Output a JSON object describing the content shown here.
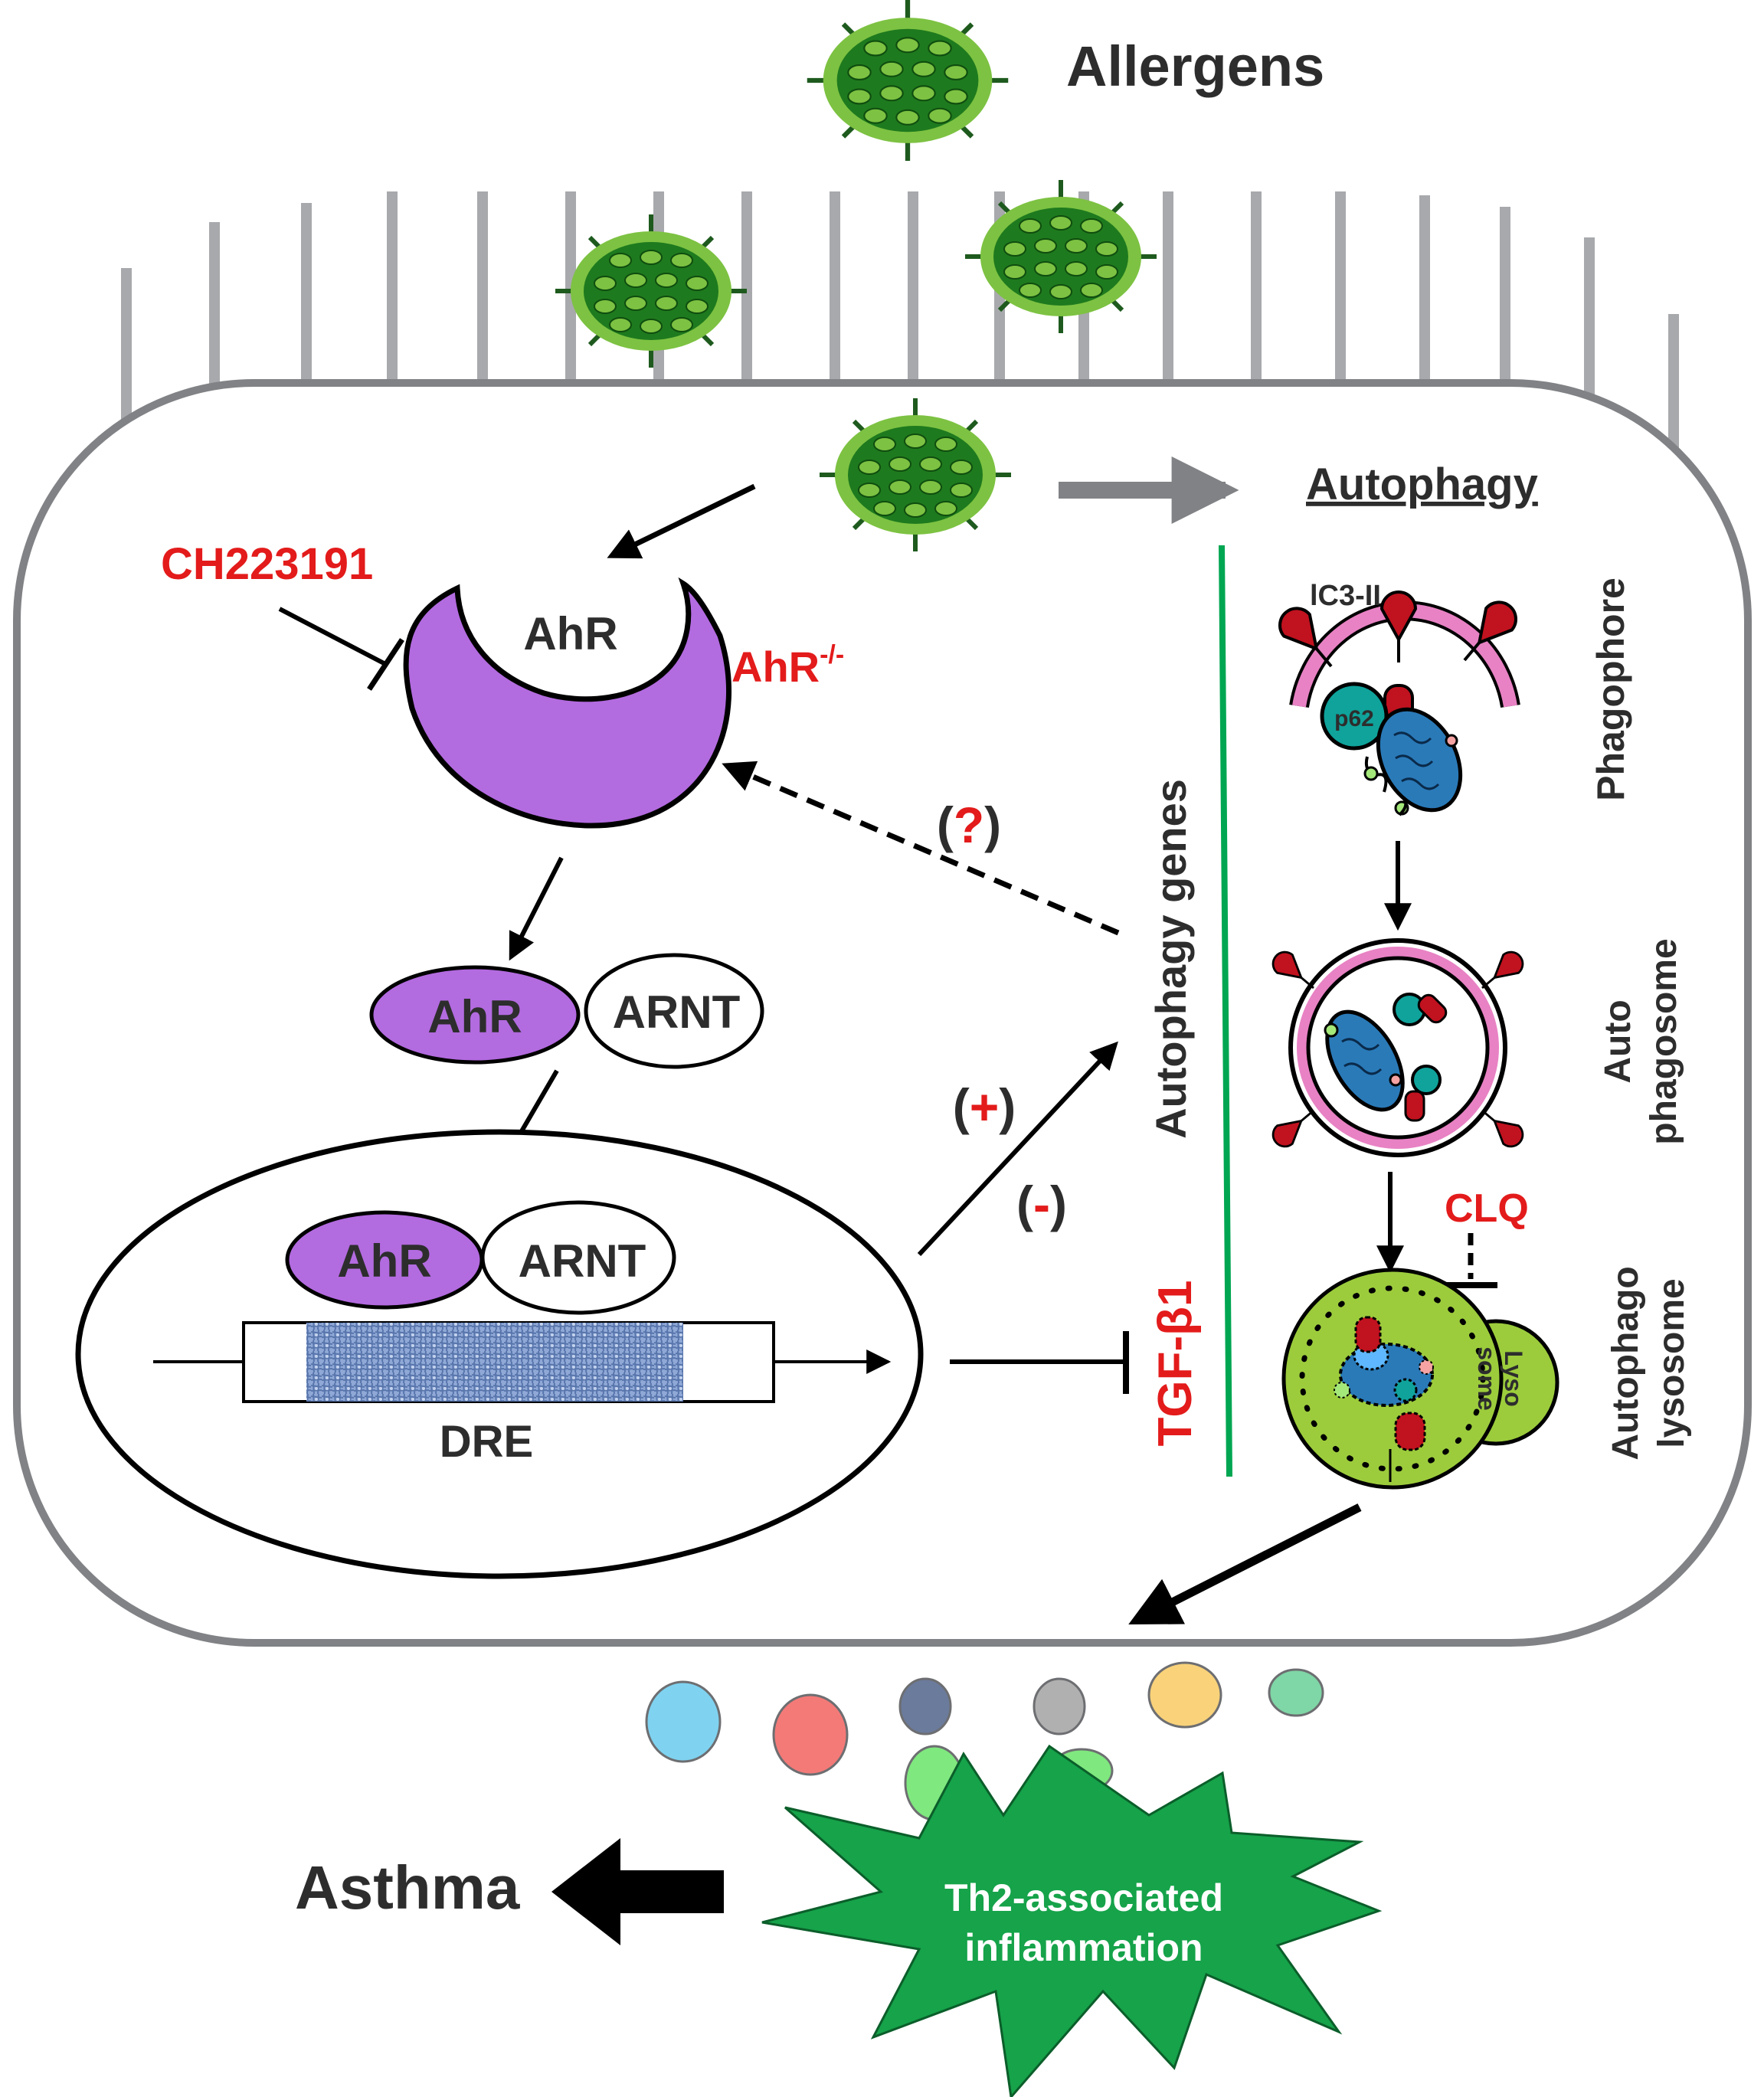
{
  "labels": {
    "allergens": "Allergens",
    "autophagy": "Autophagy",
    "ch223191": "CH223191",
    "ahr_receptor": "AhR",
    "ahr_knockout": "AhR",
    "ahr_knockout_sup": "-/-",
    "ahr_complex": "AhR",
    "arnt_complex": "ARNT",
    "ahr_nuclear": "AhR",
    "arnt_nuclear": "ARNT",
    "dre": "DRE",
    "question_open": "(",
    "question_mark": "?",
    "question_close": ")",
    "plus_open": "(",
    "plus_mark": "+",
    "plus_close": ")",
    "minus_open": "(",
    "minus_mark": "-",
    "minus_close": ")",
    "autophagy_genes": "Autophagy genes",
    "tgf_b1": "TGF-β1",
    "lc3_ii": "lC3-II",
    "p62": "p62",
    "phagophore": "Phagophore",
    "autophagosome_line1": "Auto",
    "autophagosome_line2": "phagosome",
    "clq": "CLQ",
    "lysosome_line1": "Lyso",
    "lysosome_line2": "some",
    "autophagolysosome_line1": "Autophago",
    "autophagolysosome_line2": "lysosome",
    "th2_line1": "Th2-associated",
    "th2_line2": "inflammation",
    "asthma": "Asthma"
  },
  "colors": {
    "allergen_outer": "#7dc242",
    "allergen_inner": "#1e7a1e",
    "allergen_dot": "#7dc242",
    "cilia": "#a7a9ac",
    "cell_border": "#808285",
    "ahr_purple": "#b36be0",
    "label_red": "#e31b1b",
    "divider_green": "#00a651",
    "membrane_pink": "#e882c4",
    "lc3_red": "#c1121f",
    "p62_teal": "#0fa39b",
    "mito_blue": "#2a7ab8",
    "lysosome_green": "#9ccc3c",
    "dre_pattern": "#6f8fbf",
    "th2_star": "#16a34a",
    "cytokine_colors": [
      "#7fd3f0",
      "#f47a78",
      "#6b7b9c",
      "#b0b0b0",
      "#f9d27a",
      "#7fd6a6",
      "#7fe87f",
      "#7fe87f"
    ]
  }
}
